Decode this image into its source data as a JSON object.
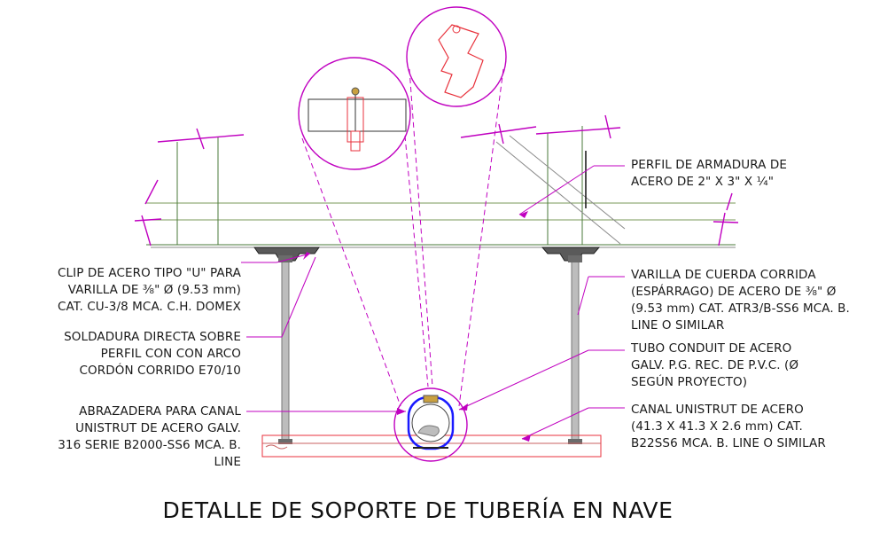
{
  "title": "DETALLE DE SOPORTE DE TUBERÍA EN NAVE",
  "labels_left": {
    "clip": [
      "CLIP DE ACERO TIPO \"U\" PARA",
      "VARILLA DE ⅜\" Ø (9.53 mm)",
      "CAT. CU-3/8 MCA. C.H. DOMEX"
    ],
    "weld": [
      "SOLDADURA DIRECTA SOBRE",
      "PERFIL CON CON ARCO",
      "CORDÓN CORRIDO E70/10"
    ],
    "clamp": [
      "ABRAZADERA PARA CANAL",
      "UNISTRUT DE ACERO GALV.",
      "316 SERIE B2000-SS6 MCA. B.",
      "LINE"
    ]
  },
  "labels_right": {
    "profile": [
      "PERFIL DE ARMADURA DE",
      "ACERO DE 2\" X 3\" X ¼\""
    ],
    "rod": [
      "VARILLA DE CUERDA CORRIDA",
      "(ESPÁRRAGO) DE ACERO DE ⅜\" Ø",
      "(9.53 mm) CAT. ATR3/B-SS6 MCA. B.",
      "LINE O SIMILAR"
    ],
    "conduit": [
      "TUBO CONDUIT DE ACERO",
      "GALV. P.G. REC. DE P.V.C. (Ø",
      "SEGÚN PROYECTO)"
    ],
    "channel": [
      "CANAL UNISTRUT DE ACERO",
      "(41.3 X 41.3 X 2.6 mm) CAT.",
      "B22SS6 MCA. B. LINE O SIMILAR"
    ]
  },
  "colors": {
    "magenta": "#c000c0",
    "red": "#e8323c",
    "green": "#4a7a3a",
    "gray": "#8a8a8a",
    "blue": "#1a1aff",
    "text": "#1a1a1a"
  }
}
